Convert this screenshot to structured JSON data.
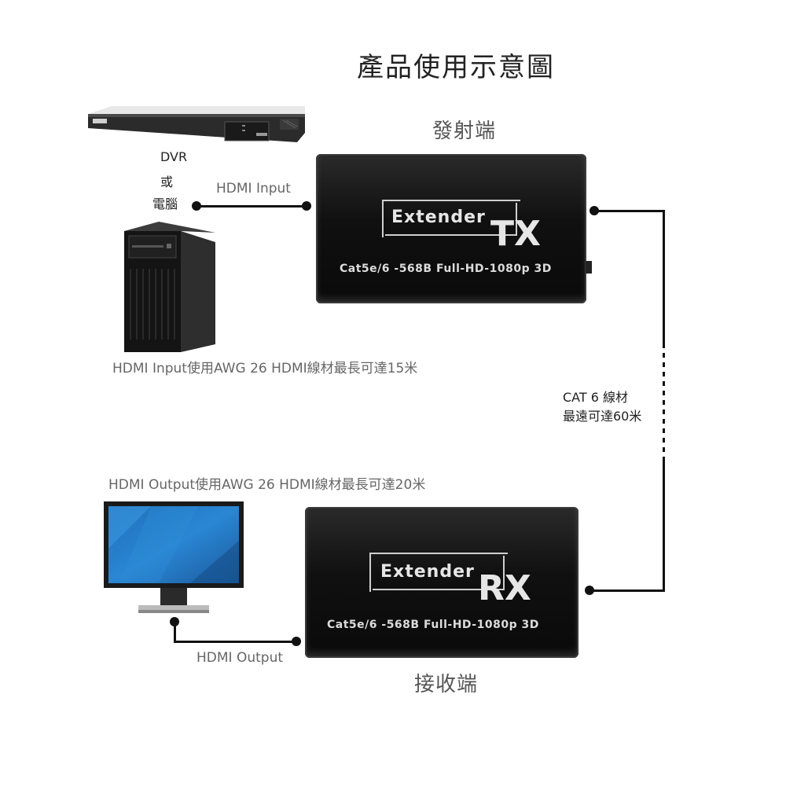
{
  "title": "產品使用示意圖",
  "tx_side_label": "發射端",
  "rx_side_label": "接收端",
  "source": {
    "line1": "DVR",
    "line2": "或",
    "line3": "電腦"
  },
  "hdmi_input_label": "HDMI Input",
  "hdmi_output_label": "HDMI Output",
  "hdmi_input_note": "HDMI Input使用AWG 26 HDMI線材最長可達15米",
  "hdmi_output_note": "HDMI Output使用AWG 26 HDMI線材最長可達20米",
  "cat_cable": {
    "line1": "CAT 6 線材",
    "line2": "最遠可達60米"
  },
  "tx_device": {
    "brand": "Extender",
    "model": "TX",
    "spec": "Cat5e/6 -568B     Full-HD-1080p 3D"
  },
  "rx_device": {
    "brand": "Extender",
    "model": "RX",
    "spec": "Cat5e/6 -568B     Full-HD-1080p 3D"
  }
}
